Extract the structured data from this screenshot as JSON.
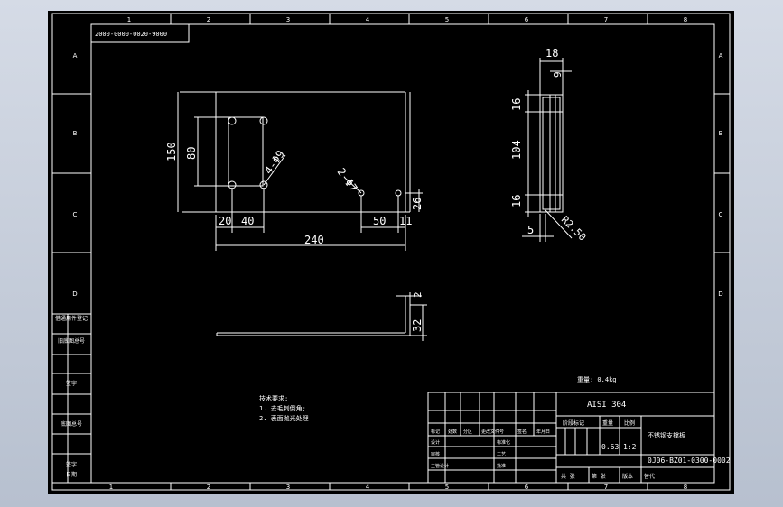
{
  "border": {
    "cols": [
      "1",
      "2",
      "3",
      "4",
      "5",
      "6",
      "7",
      "8"
    ],
    "rows": [
      "A",
      "B",
      "C",
      "D"
    ]
  },
  "drawing_no_box": "2000-0000-0020-9000",
  "dims": {
    "front": {
      "height_150": "150",
      "height_80": "80",
      "holes_4": "4-Φ9",
      "holes_2": "2-Φ7",
      "w20": "20",
      "w40": "40",
      "w50": "50",
      "w11": "11",
      "h26": "26",
      "w240": "240"
    },
    "side": {
      "top18": "18",
      "top9": "9",
      "v16a": "16",
      "v104": "104",
      "v16b": "16",
      "w5": "5",
      "radius": "R2.50"
    },
    "bottom": {
      "t2": "2",
      "h32": "32"
    }
  },
  "left_strip_labels": [
    "借通用件登记",
    "旧底图总号",
    "",
    "签字",
    "",
    "底图总号",
    "",
    "签字",
    "日期"
  ],
  "notes": {
    "title": "技术要求:",
    "items": [
      "1. 去毛刺倒角;",
      "2. 表面抛光处理"
    ]
  },
  "weight_note": "重量: 0.4kg",
  "title_block": {
    "material": "AISI 304",
    "part_name": "不锈钢支撑板",
    "drawing_number": "0J06-BZ01-0300-0002",
    "weight": "0.63",
    "scale": "1:2",
    "rev_headers": [
      "标记",
      "处数",
      "分区",
      "更改文件号",
      "签名",
      "年月日"
    ],
    "sign_rows": [
      "设计",
      "审核",
      "主管设计"
    ],
    "sign_rows_mid": [
      "标准化",
      "工艺",
      "批准"
    ],
    "info_headers": [
      "阶段标记",
      "重量",
      "比例"
    ],
    "bottom_row": [
      "共 张",
      "第 张",
      "版本",
      "替代"
    ]
  }
}
